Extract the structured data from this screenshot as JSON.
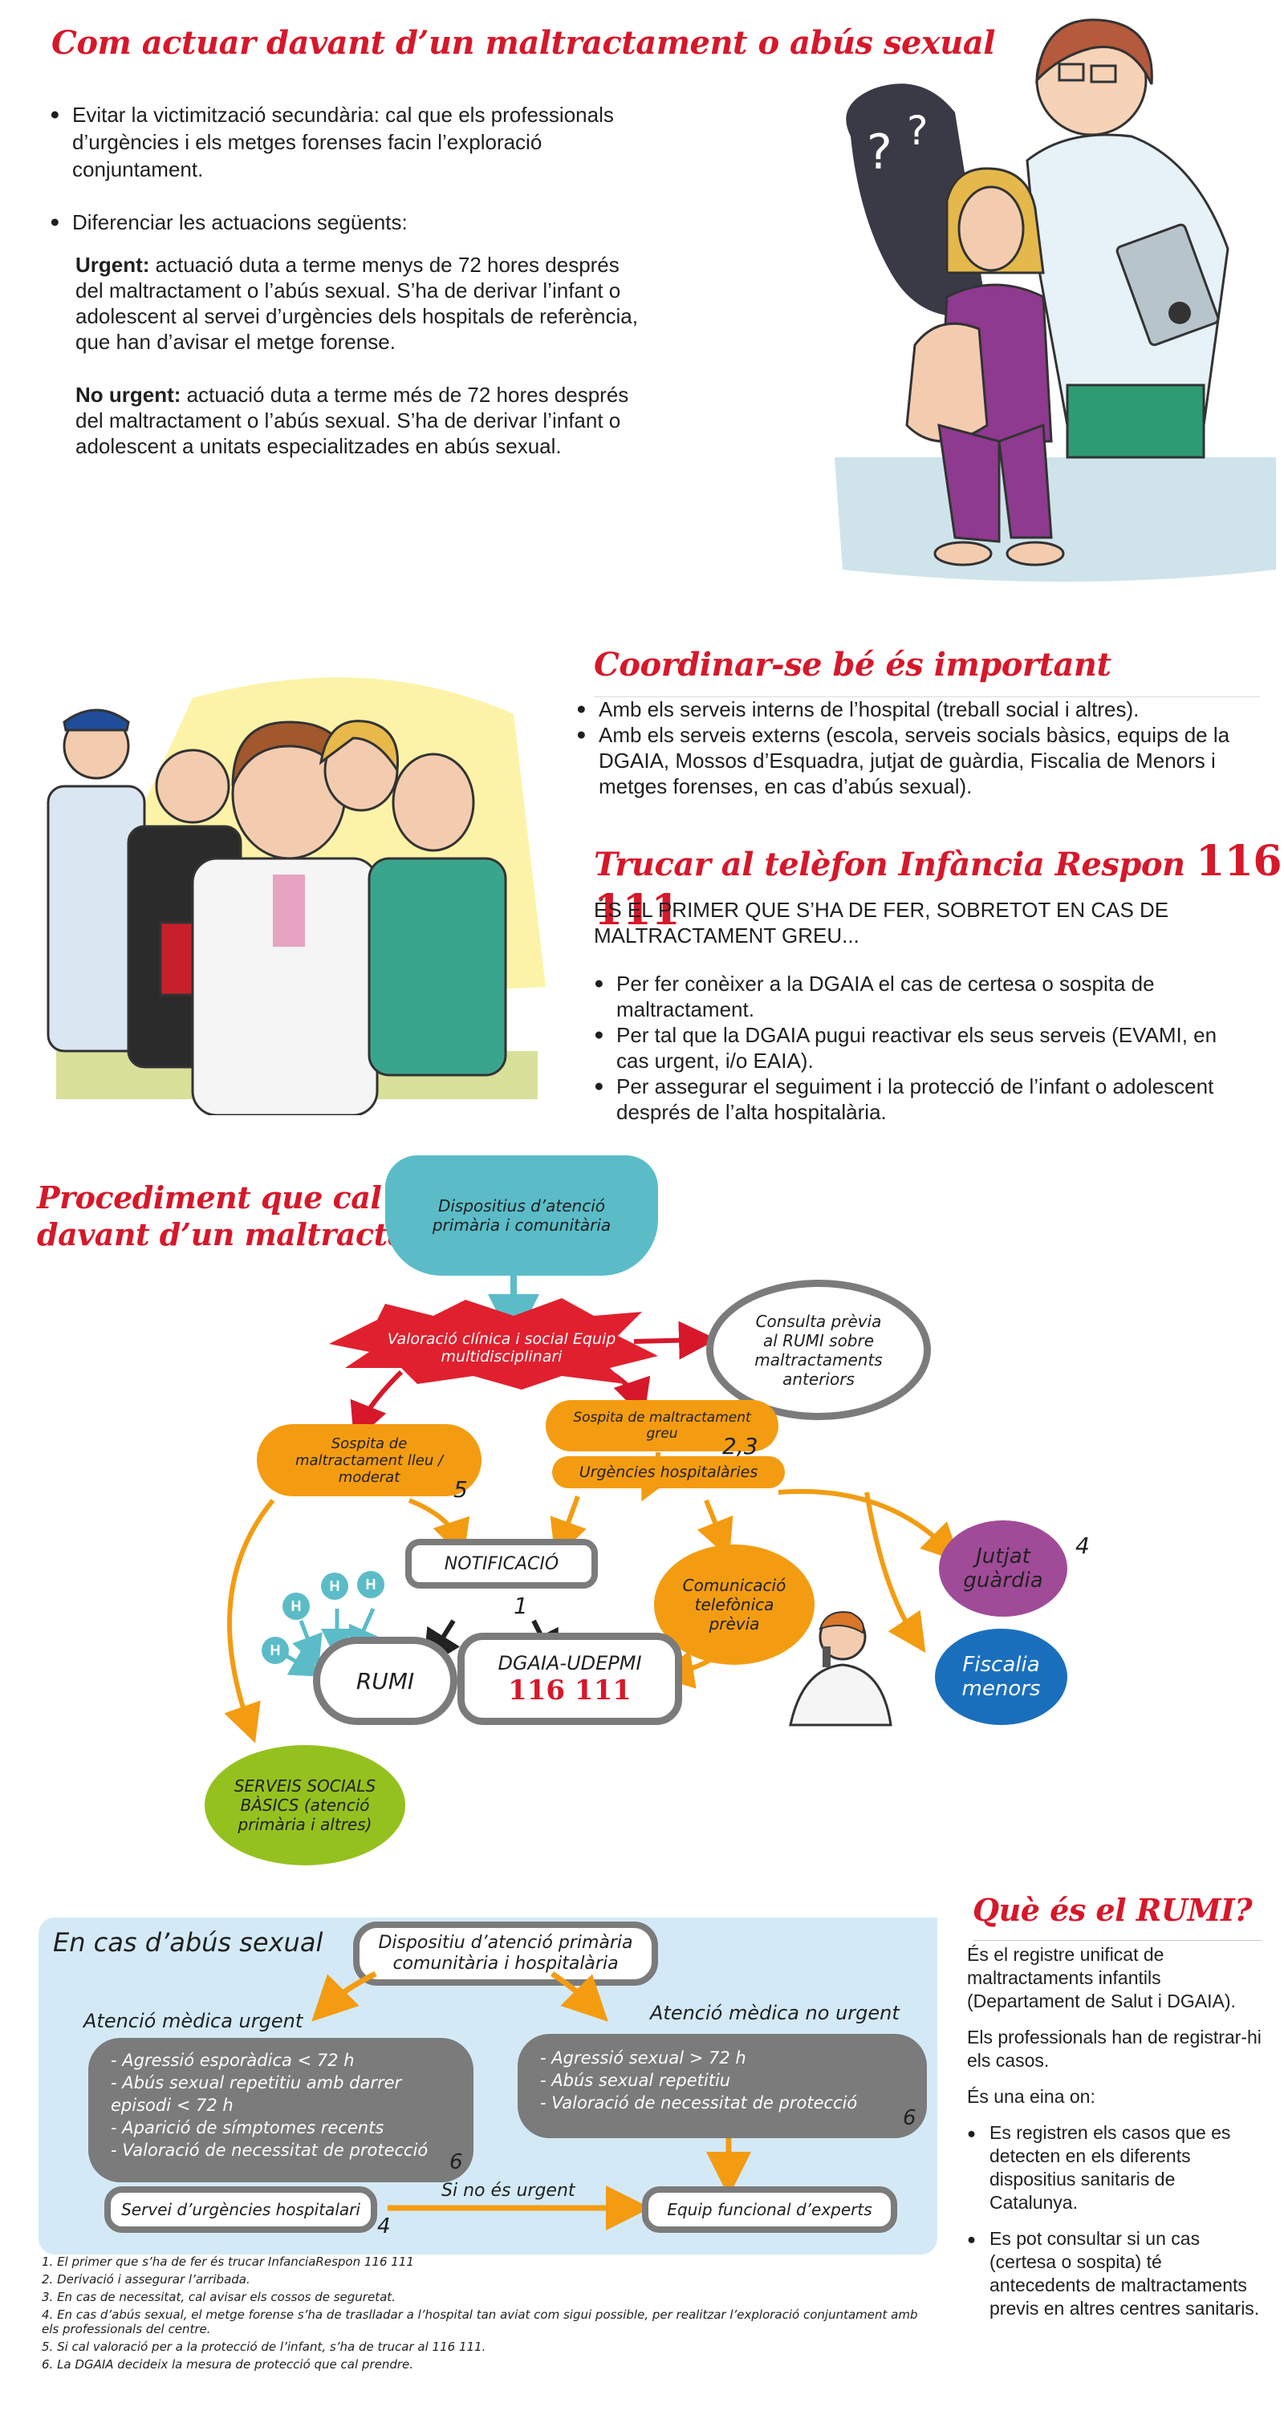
{
  "sec1": {
    "title": "Com actuar davant d’un maltractament o abús sexual",
    "bullet1": "Evitar la victimització secundària: cal que els professionals d’urgències i els metges forenses facin l’exploració conjuntament.",
    "bullet2": "Diferenciar les actuacions següents:",
    "urgent_label": "Urgent:",
    "urgent_text": " actuació duta a terme menys de 72 hores després del maltractament o l’abús sexual. S’ha de derivar l’infant o adolescent al servei d’urgències dels hospitals de referència, que han d’avisar  el metge forense.",
    "nonurgent_label": "No urgent:",
    "nonurgent_text": " actuació duta a terme més de 72 hores després del maltractament o l’abús sexual. S’ha de derivar l’infant o adolescent a unitats especialitzades en abús sexual."
  },
  "sec2": {
    "title": "Coordinar-se bé és important",
    "items": [
      "Amb els serveis interns de l’hospital (treball social i altres).",
      "Amb els serveis externs (escola, serveis socials bàsics, equips de la DGAIA, Mossos d’Esquadra, jutjat de guàrdia, Fiscalia de Menors i metges forenses, en cas d’abús sexual)."
    ]
  },
  "sec3": {
    "title_text": "Trucar al telèfon Infància Respon",
    "title_number": "116 111",
    "intro": "ÉS EL PRIMER QUE S’HA DE FER, SOBRETOT EN CAS DE MALTRACTAMENT GREU...",
    "items": [
      "Per fer conèixer a la DGAIA el cas de certesa o sospita de maltractament.",
      "Per tal que la DGAIA pugui reactivar els seus serveis (EVAMI, en cas urgent, i/o EAIA).",
      "Per assegurar el seguiment i la protecció de l’infant o adolescent després de l’alta hospitalària."
    ]
  },
  "flow": {
    "title_line1": "Procediment que cal seguir",
    "title_line2": "davant d’un maltractament",
    "primary": "Dispositius d’atenció primària i comunitària",
    "valoracio": "Valoració clínica i social Equip multidisciplinari",
    "consulta": "Consulta prèvia al RUMI sobre maltractaments anteriors",
    "sospita_lleu": "Sospita de maltractament lleu / moderat",
    "sospita_greu": "Sospita de maltractament greu",
    "urgencies": "Urgències hospitalàries",
    "notificacio": "NOTIFICACIÓ",
    "comunicacio": "Comunicació telefònica prèvia",
    "jutjat": "Jutjat guàrdia",
    "fiscalia": "Fiscalia menors",
    "rumi": "RUMI",
    "dgaia": "DGAIA-UDEPMI",
    "dgaia_number": "116 111",
    "serveis": "SERVEIS SOCIALS BÀSICS (atenció primària i altres)",
    "h": "H",
    "n1": "1",
    "n23": "2,3",
    "n4": "4",
    "n5": "5"
  },
  "abus": {
    "heading": "En cas d’abús sexual",
    "top": "Dispositiu d’atenció primària comunitària i hospitalària",
    "urgent_title": "Atenció mèdica urgent",
    "nonurgent_title": "Atenció mèdica no urgent",
    "urgent_items": [
      "Agressió esporàdica < 72 h",
      "Abús sexual repetitiu amb darrer episodi < 72 h",
      "Aparició de símptomes recents",
      "Valoració de necessitat de protecció"
    ],
    "nonurgent_items": [
      "Agressió sexual > 72 h",
      "Abús sexual repetitiu",
      "Valoració de necessitat de protecció"
    ],
    "servei": "Servei d’urgències hospitalari",
    "equip": "Equip funcional d’experts",
    "si_no": "Si no és urgent",
    "n6a": "6",
    "n6b": "6",
    "n4": "4"
  },
  "footnotes": [
    "1. El primer que s’ha de fer és trucar InfanciaRespon 116 111",
    "2. Derivació i assegurar l’arribada.",
    "3. En cas de necessitat, cal avisar els cossos de seguretat.",
    "4. En cas d’abús sexual, el metge forense s’ha de traslladar a l’hospital tan aviat com sigui possible, per realitzar l’exploració conjuntament amb els professionals del centre.",
    "5. Si cal valoració per a la protecció de l’infant, s’ha de trucar al 116 111.",
    "6. La DGAIA decideix la mesura de protecció que cal prendre."
  ],
  "rumi": {
    "title": "Què és el RUMI?",
    "p1": "És el registre unificat de maltractaments infantils (Departament de Salut i DGAIA).",
    "p2": "Els professionals han de registrar-hi els casos.",
    "p3": "És una eina on:",
    "items": [
      "Es registren els casos que es detecten en els diferents dispositius sanitaris de Catalunya.",
      "Es pot consultar si un cas (certesa o sospita) té  antecedents de maltractaments previs en altres centres sanitaris."
    ]
  },
  "colors": {
    "red": "#d6182a",
    "teal": "#5bbcc8",
    "orange": "#f39c12",
    "purple": "#a04b98",
    "blue": "#1a6fbd",
    "green": "#95c11f",
    "gray": "#7b7b7b",
    "lightblue": "#d3eaf6"
  }
}
